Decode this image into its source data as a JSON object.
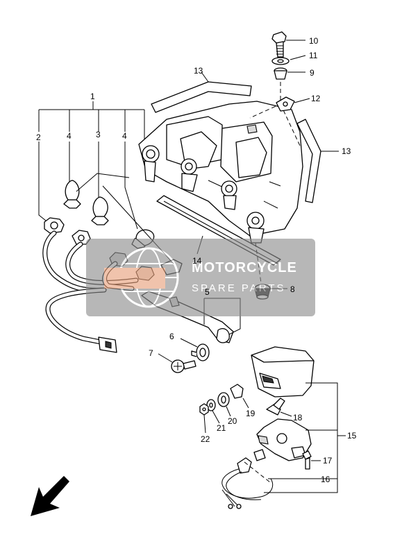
{
  "callouts": {
    "c1": "1",
    "c2": "2",
    "c3": "3",
    "c4a": "4",
    "c4b": "4",
    "c5": "5",
    "c6": "6",
    "c7": "7",
    "c8": "8",
    "c9": "9",
    "c10": "10",
    "c11": "11",
    "c12": "12",
    "c13a": "13",
    "c13b": "13",
    "c14": "14",
    "c15": "15",
    "c16": "16",
    "c17": "17",
    "c18": "18",
    "c19": "19",
    "c20": "20",
    "c21": "21",
    "c22": "22"
  },
  "watermark": {
    "title": "MOTORCYCLE",
    "subtitle": "SPARE PARTS",
    "panel_color": "#8c8c8c",
    "badge_color": "#e8a07a"
  },
  "direction_arrow": "arrow-down-left-icon"
}
